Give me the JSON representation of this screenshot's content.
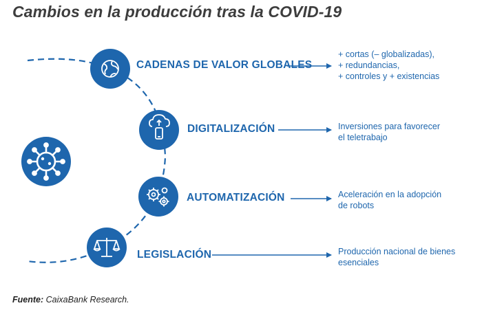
{
  "title": "Cambios en la producción tras la COVID-19",
  "colors": {
    "primary": "#1e66ad",
    "text_dark": "#3d3d3d",
    "background": "#ffffff"
  },
  "center": {
    "icon": "virus-icon"
  },
  "items": [
    {
      "label": "CADENAS DE VALOR GLOBALES",
      "icon": "globe-icon",
      "description": [
        "+ cortas (– globalizadas),",
        "+ redundancias,",
        "+ controles y + existencias"
      ]
    },
    {
      "label": "DIGITALIZACIÓN",
      "icon": "cloud-phone-icon",
      "description": [
        "Inversiones para favorecer",
        "el teletrabajo"
      ]
    },
    {
      "label": "AUTOMATIZACIÓN",
      "icon": "gears-icon",
      "description": [
        "Aceleración en la adopción",
        "de robots"
      ]
    },
    {
      "label": "LEGISLACIÓN",
      "icon": "scales-icon",
      "description": [
        "Producción nacional de bienes",
        "esenciales"
      ]
    }
  ],
  "source": {
    "prefix": "Fuente:",
    "text": " CaixaBank Research."
  }
}
